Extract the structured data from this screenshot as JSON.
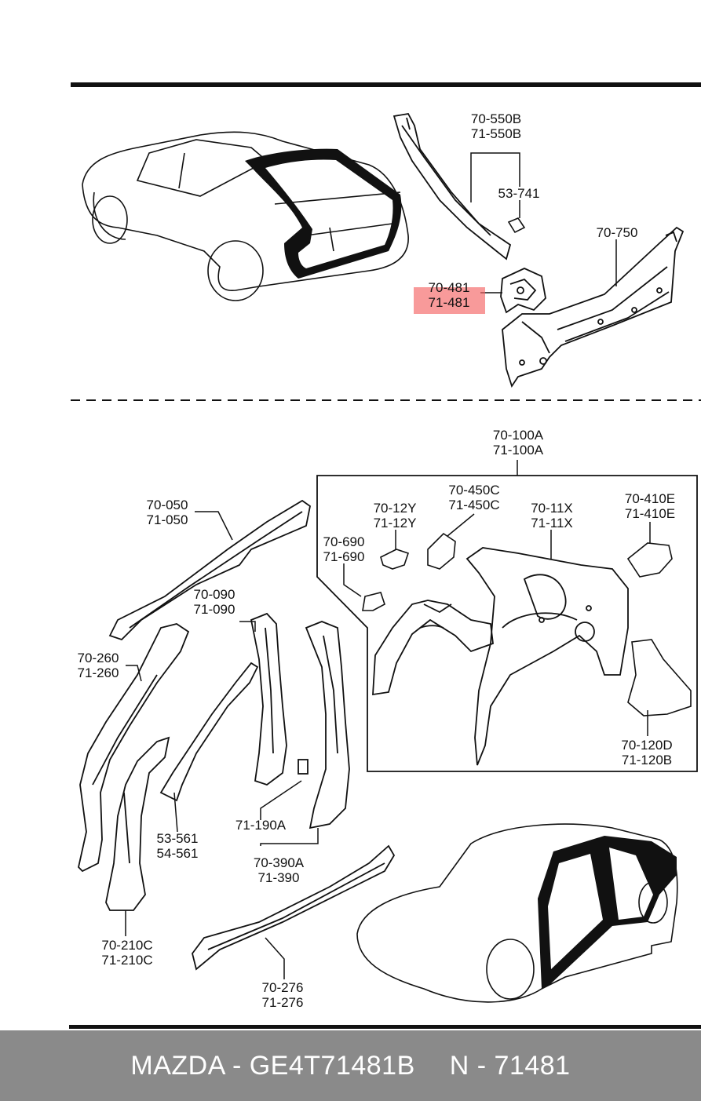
{
  "labels": {
    "top": [
      {
        "id": "p70-550b",
        "lines": [
          "70-550B",
          "71-550B"
        ]
      },
      {
        "id": "p53-741",
        "lines": [
          "53-741"
        ]
      },
      {
        "id": "p70-750",
        "lines": [
          "70-750"
        ]
      },
      {
        "id": "p70-481",
        "lines": [
          "70-481",
          "71-481"
        ],
        "highlighted_line": "71-481"
      }
    ],
    "bottom": [
      {
        "id": "p70-100a",
        "lines": [
          "70-100A",
          "71-100A"
        ]
      },
      {
        "id": "p70-450c",
        "lines": [
          "70-450C",
          "71-450C"
        ]
      },
      {
        "id": "p70-12y",
        "lines": [
          "70-12Y",
          "71-12Y"
        ]
      },
      {
        "id": "p70-11x",
        "lines": [
          "70-11X",
          "71-11X"
        ]
      },
      {
        "id": "p70-410e",
        "lines": [
          "70-410E",
          "71-410E"
        ]
      },
      {
        "id": "p70-690",
        "lines": [
          "70-690",
          "71-690"
        ]
      },
      {
        "id": "p70-050",
        "lines": [
          "70-050",
          "71-050"
        ]
      },
      {
        "id": "p70-090",
        "lines": [
          "70-090",
          "71-090"
        ]
      },
      {
        "id": "p70-260",
        "lines": [
          "70-260",
          "71-260"
        ]
      },
      {
        "id": "p70-120d",
        "lines": [
          "70-120D",
          "71-120B"
        ]
      },
      {
        "id": "p53-561",
        "lines": [
          "53-561",
          "54-561"
        ]
      },
      {
        "id": "p71-190a",
        "lines": [
          "71-190A"
        ]
      },
      {
        "id": "p70-390a",
        "lines": [
          "70-390A",
          "71-390"
        ]
      },
      {
        "id": "p70-210c",
        "lines": [
          "70-210C",
          "71-210C"
        ]
      },
      {
        "id": "p70-276",
        "lines": [
          "70-276",
          "71-276"
        ]
      }
    ]
  },
  "footer": {
    "part": "MAZDA - GE4T71481B",
    "ref": "N - 71481"
  },
  "colors": {
    "line": "#111111",
    "highlight": "#f56464",
    "footer_bg": "#8a8a8a",
    "footer_text": "#ffffff"
  }
}
